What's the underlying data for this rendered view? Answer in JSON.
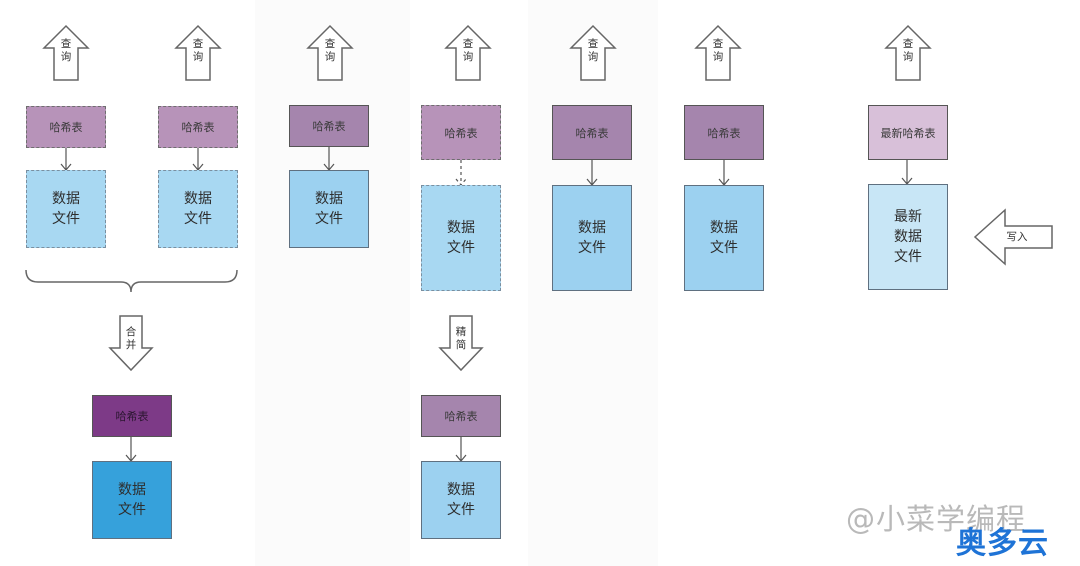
{
  "labels": {
    "query": "查\n询",
    "merge": "合\n并",
    "compact": "精\n简",
    "write": "写入",
    "hash": "哈希表",
    "newest_hash": "最新哈希表",
    "data": "数据\n文件",
    "newest_data": "最新\n数据\n文件"
  },
  "watermark": "@小菜学编程",
  "logo_text": "奥多云",
  "colors": {
    "hash_light": "#b793b9",
    "hash_medium": "#a585ad",
    "hash_dark": "#7d3a87",
    "hash_newest": "#d8c0d9",
    "data_light": "#a8d8f2",
    "data_medium": "#9cd1f0",
    "data_dark": "#36a1db",
    "data_newest": "#c8e6f6",
    "logo": "#1e73d6"
  }
}
